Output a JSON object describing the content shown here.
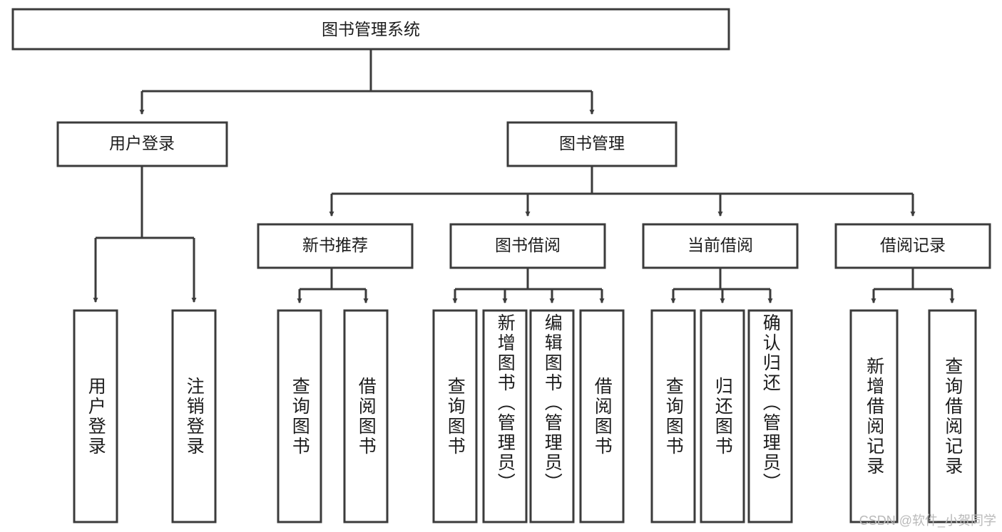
{
  "diagram": {
    "type": "tree",
    "title": "图书管理系统",
    "orientation": "top-down",
    "colors": {
      "box_stroke": "#3b3b3b",
      "box_fill": "#ffffff",
      "text": "#1c1c1c",
      "background": "#ffffff",
      "watermark": "#b9b9b9"
    },
    "root": {
      "label": "图书管理系统"
    },
    "level2": [
      {
        "label": "用户登录"
      },
      {
        "label": "图书管理"
      }
    ],
    "level3": [
      {
        "label": "新书推荐"
      },
      {
        "label": "图书借阅"
      },
      {
        "label": "当前借阅"
      },
      {
        "label": "借阅记录"
      }
    ],
    "leaves": {
      "user_login": [
        {
          "label": "用户登录"
        },
        {
          "label": "注销登录"
        }
      ],
      "new_book_recommend": [
        {
          "label": "查询图书"
        },
        {
          "label": "借阅图书"
        }
      ],
      "book_borrow": [
        {
          "label": "查询图书"
        },
        {
          "label": "新增图书（管理员）"
        },
        {
          "label": "编辑图书（管理员）"
        },
        {
          "label": "借阅图书"
        }
      ],
      "current_borrow": [
        {
          "label": "查询图书"
        },
        {
          "label": "归还图书"
        },
        {
          "label": "确认归还（管理员）"
        }
      ],
      "borrow_record": [
        {
          "label": "新增借阅记录"
        },
        {
          "label": "查询借阅记录"
        }
      ]
    }
  },
  "watermark": {
    "text": "CSDN @软件_小贺同学"
  }
}
